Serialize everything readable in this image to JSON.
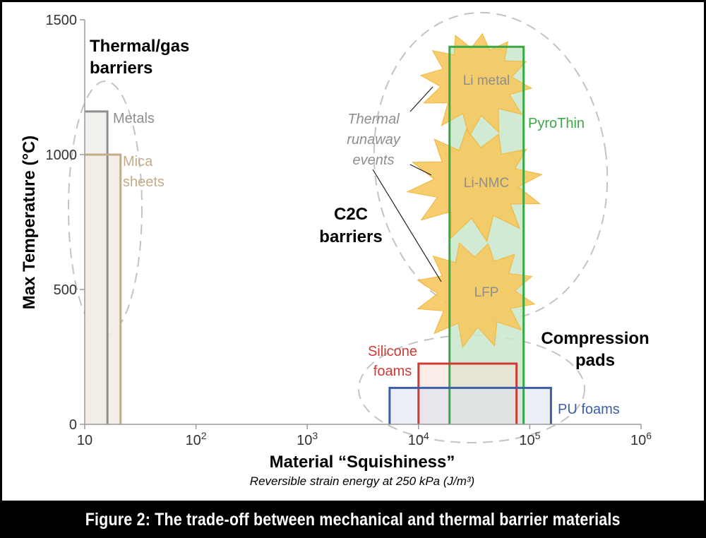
{
  "caption": "Figure 2: The trade-off between mechanical and thermal barrier materials",
  "chart_data": {
    "type": "area",
    "xlabel": "Material “Squishiness”",
    "xsublabel": "Reversible strain energy at 250 kPa (J/m³)",
    "ylabel": "Max Temperature (°C)",
    "xscale": "log",
    "xlim": [
      10,
      1000000
    ],
    "ylim": [
      0,
      1500
    ],
    "grid": false,
    "x_ticks": [
      {
        "value": 10,
        "base": "10",
        "exp": ""
      },
      {
        "value": 100,
        "base": "10",
        "exp": "2"
      },
      {
        "value": 1000,
        "base": "10",
        "exp": "3"
      },
      {
        "value": 10000,
        "base": "10",
        "exp": "4"
      },
      {
        "value": 100000,
        "base": "10",
        "exp": "5"
      },
      {
        "value": 1000000,
        "base": "10",
        "exp": "6"
      }
    ],
    "y_ticks": [
      {
        "value": 0,
        "label": "0"
      },
      {
        "value": 500,
        "label": "500"
      },
      {
        "value": 1000,
        "label": "1000"
      },
      {
        "value": 1500,
        "label": "1500"
      }
    ],
    "materials": [
      {
        "name": "Metals",
        "x_range": [
          10,
          16
        ],
        "max_temp": 1160,
        "color": "#8e8e8e",
        "fill": "#f2efec"
      },
      {
        "name": "Mica sheets",
        "x_range": [
          10,
          21
        ],
        "max_temp": 1000,
        "color": "#c4ab87",
        "fill": "#f2ece4"
      },
      {
        "name": "PyroThin",
        "x_range": [
          19000,
          88000
        ],
        "max_temp": 1400,
        "color": "#3aa845",
        "fill": "#c8e6cc"
      },
      {
        "name": "Silicone foams",
        "x_range": [
          10000,
          76000
        ],
        "max_temp": 225,
        "color": "#d23a36",
        "fill": "#f6dfd5"
      },
      {
        "name": "PU foams",
        "x_range": [
          5500,
          155000
        ],
        "max_temp": 135,
        "color": "#3d5fa6",
        "fill": "#dde1ee"
      }
    ],
    "events": [
      {
        "name": "Li metal",
        "x": 33000,
        "temp": 1270
      },
      {
        "name": "Li-NMC",
        "x": 33000,
        "temp": 895
      },
      {
        "name": "LFP",
        "x": 33000,
        "temp": 490
      }
    ],
    "groups": [
      {
        "name": "Thermal/gas barriers",
        "lines": [
          "Thermal/gas",
          "barriers"
        ]
      },
      {
        "name": "C2C barriers",
        "lines": [
          "C2C",
          "barriers"
        ]
      },
      {
        "name": "Compression pads",
        "lines": [
          "Compression",
          "pads"
        ]
      }
    ],
    "annotation": {
      "lines": [
        "Thermal",
        "runaway",
        "events"
      ]
    },
    "colors": {
      "star_fill": "#f6c65c",
      "star_stroke": "#f0b840",
      "dashed_outline": "#c3c3c3",
      "label_grey": "#8e8e8e",
      "mica": "#c4ab87",
      "pyrothin": "#3aa845",
      "silicone": "#d23a36",
      "pu": "#3d5fa6"
    }
  }
}
